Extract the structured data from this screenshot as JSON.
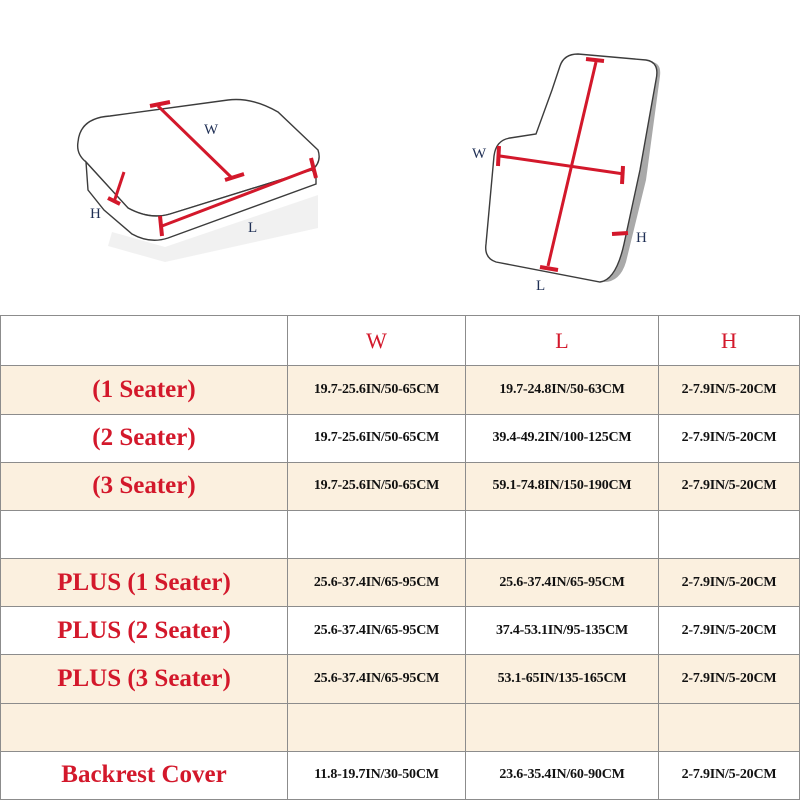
{
  "colors": {
    "accent": "#d3182b",
    "row_shade": "#fbf0df",
    "border": "#8c8c8c"
  },
  "diagrams": {
    "seat_cushion": {
      "labels": {
        "w": "W",
        "h": "H",
        "l": "L"
      }
    },
    "backrest": {
      "labels": {
        "w": "W",
        "h": "H",
        "l": "L"
      }
    }
  },
  "table": {
    "headers": [
      "W",
      "L",
      "H"
    ],
    "rows": [
      {
        "label": "(1 Seater)",
        "w": "19.7-25.6IN/50-65CM",
        "l": "19.7-24.8IN/50-63CM",
        "h": "2-7.9IN/5-20CM"
      },
      {
        "label": "(2 Seater)",
        "w": "19.7-25.6IN/50-65CM",
        "l": "39.4-49.2IN/100-125CM",
        "h": "2-7.9IN/5-20CM"
      },
      {
        "label": "(3 Seater)",
        "w": "19.7-25.6IN/50-65CM",
        "l": "59.1-74.8IN/150-190CM",
        "h": "2-7.9IN/5-20CM"
      },
      {
        "label": "",
        "w": "",
        "l": "",
        "h": ""
      },
      {
        "label": "PLUS (1 Seater)",
        "w": "25.6-37.4IN/65-95CM",
        "l": "25.6-37.4IN/65-95CM",
        "h": "2-7.9IN/5-20CM"
      },
      {
        "label": "PLUS (2 Seater)",
        "w": "25.6-37.4IN/65-95CM",
        "l": "37.4-53.1IN/95-135CM",
        "h": "2-7.9IN/5-20CM"
      },
      {
        "label": "PLUS (3 Seater)",
        "w": "25.6-37.4IN/65-95CM",
        "l": "53.1-65IN/135-165CM",
        "h": "2-7.9IN/5-20CM"
      },
      {
        "label": "",
        "w": "",
        "l": "",
        "h": ""
      },
      {
        "label": "Backrest Cover",
        "w": "11.8-19.7IN/30-50CM",
        "l": "23.6-35.4IN/60-90CM",
        "h": "2-7.9IN/5-20CM"
      }
    ]
  }
}
